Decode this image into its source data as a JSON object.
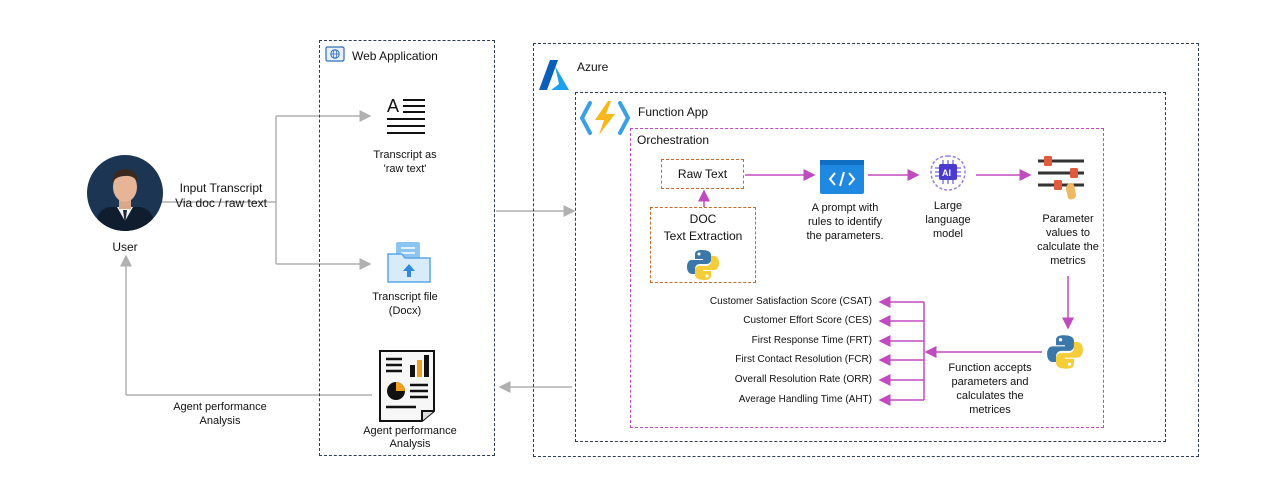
{
  "user": {
    "label": "User"
  },
  "input": {
    "line1": "Input Transcript",
    "line2": "Via doc / raw text"
  },
  "output": {
    "line1": "Agent performance",
    "line2": "Analysis"
  },
  "web_app": {
    "title": "Web Application",
    "transcript_raw": {
      "line1": "Transcript as",
      "line2": "'raw text'"
    },
    "transcript_file": {
      "line1": "Transcript file",
      "line2": "(Docx)"
    },
    "report": {
      "line1": "Agent performance",
      "line2": "Analysis"
    }
  },
  "azure": {
    "title": "Azure"
  },
  "function_app": {
    "title": "Function App"
  },
  "orchestration": {
    "title": "Orchestration",
    "raw_text": "Raw Text",
    "doc_extraction": {
      "line1": "DOC",
      "line2": "Text Extraction"
    },
    "prompt": {
      "line1": "A prompt with",
      "line2": "rules to identify",
      "line3": "the parameters."
    },
    "llm": {
      "line1": "Large",
      "line2": "language",
      "line3": "model"
    },
    "params": {
      "line1": "Parameter",
      "line2": "values to",
      "line3": "calculate the",
      "line4": "metrics"
    },
    "function": {
      "line1": "Function accepts",
      "line2": "parameters and",
      "line3": "calculates the",
      "line4": "metrices"
    },
    "metrics": [
      "Customer Satisfaction Score (CSAT)",
      "Customer Effort Score (CES)",
      "First Response Time (FRT)",
      "First Contact Resolution (FCR)",
      "Overall Resolution Rate (ORR)",
      "Average Handling Time (AHT)"
    ]
  },
  "colors": {
    "navy_border": "#2c3e55",
    "magenta": "#c04bc0",
    "orange": "#c86a2a",
    "gray_arrow": "#b0b0b0",
    "azure_blue": "#0a7bd6"
  },
  "icons": [
    "user-avatar",
    "globe-icon",
    "text-document-icon",
    "folder-upload-icon",
    "report-icon",
    "azure-logo-icon",
    "function-app-icon",
    "code-icon",
    "ai-chip-icon",
    "sliders-icon",
    "python-icon"
  ]
}
